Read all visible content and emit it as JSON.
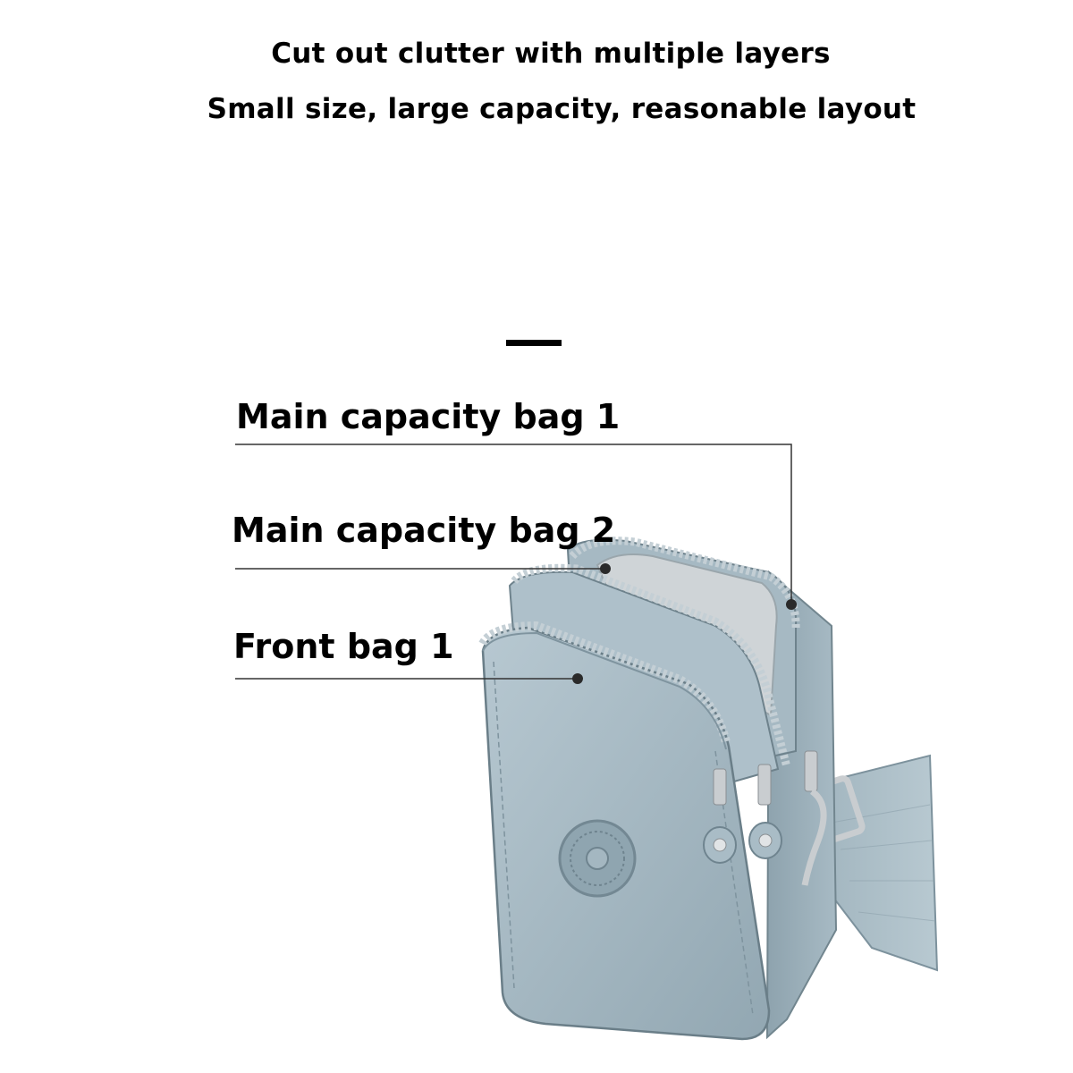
{
  "headlines": {
    "line1": "Cut out clutter with multiple layers",
    "line2": "Small size, large capacity, reasonable layout"
  },
  "callouts": [
    {
      "label": "Main capacity bag 1"
    },
    {
      "label": "Main capacity bag 2"
    },
    {
      "label": "Front bag 1"
    }
  ],
  "colors": {
    "background": "#ffffff",
    "text": "#000000",
    "bag": "#a9bcc6",
    "bag_shadow": "#7f949f",
    "lining": "#cfd4d7"
  },
  "product": {
    "icon": "crossbody-phone-bag-illustration"
  }
}
